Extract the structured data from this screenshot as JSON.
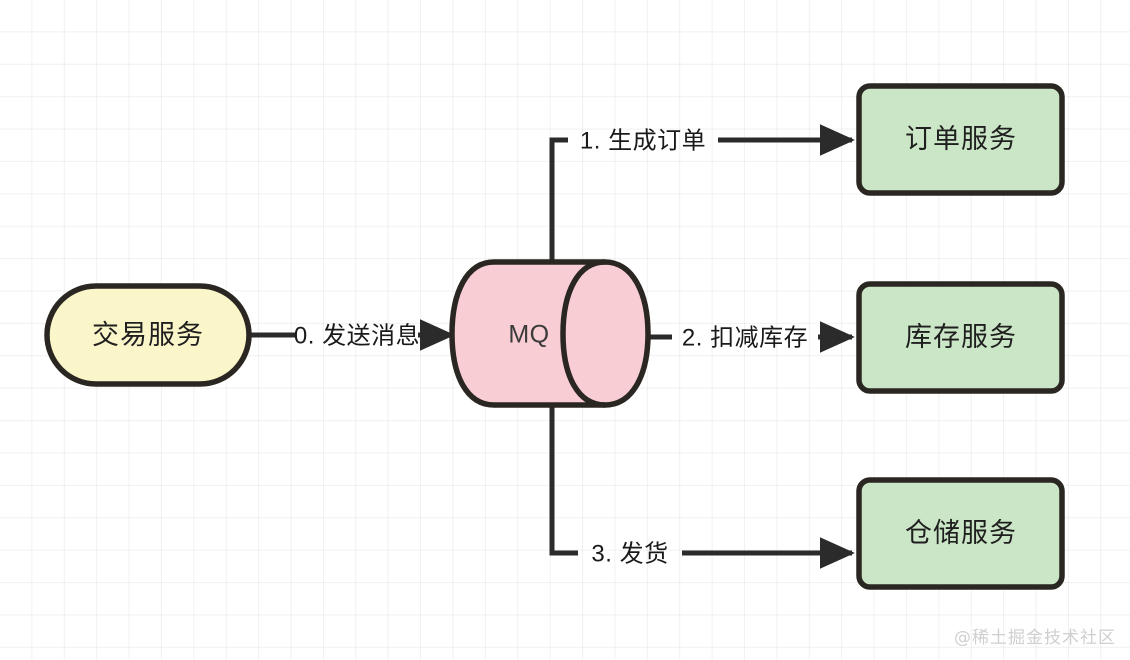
{
  "diagram": {
    "title": "MQ message flow",
    "background": {
      "color": "#ffffff",
      "grid_color": "#ededed",
      "grid_size": 32
    },
    "colors": {
      "yellow_fill": "#fbf5ca",
      "pink_fill": "#f8cdd3",
      "green_fill": "#cbe6c6",
      "stroke": "#2a2722",
      "edge_stroke": "#2b2b2b",
      "text": "#1f1f1f",
      "watermark": "#cfcfcf"
    },
    "nodes": [
      {
        "id": "trade",
        "label": "交易服务",
        "shape": "stadium",
        "fill": "#fbf5ca"
      },
      {
        "id": "mq",
        "label": "MQ",
        "shape": "cylinder",
        "fill": "#f8cdd3"
      },
      {
        "id": "order",
        "label": "订单服务",
        "shape": "rect",
        "fill": "#cbe6c6"
      },
      {
        "id": "inventory",
        "label": "库存服务",
        "shape": "rect",
        "fill": "#cbe6c6"
      },
      {
        "id": "warehouse",
        "label": "仓储服务",
        "shape": "rect",
        "fill": "#cbe6c6"
      }
    ],
    "edges": [
      {
        "id": "e0",
        "from": "trade",
        "to": "mq",
        "label": "0. 发送消息"
      },
      {
        "id": "e1",
        "from": "mq",
        "to": "order",
        "label": "1. 生成订单"
      },
      {
        "id": "e2",
        "from": "mq",
        "to": "inventory",
        "label": "2. 扣减库存"
      },
      {
        "id": "e3",
        "from": "mq",
        "to": "warehouse",
        "label": "3. 发货"
      }
    ]
  },
  "watermark": {
    "text": "@稀土掘金技术社区"
  }
}
